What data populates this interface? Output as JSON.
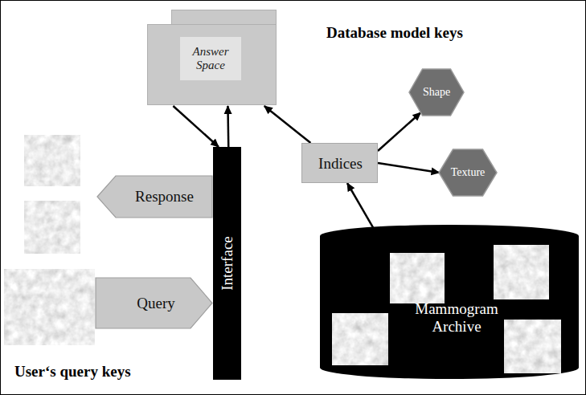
{
  "diagram": {
    "nodes": [
      {
        "text": [
          "Answer Space"
        ]
      },
      {
        "text": [
          "Indices"
        ]
      },
      {
        "text": [
          "Shape"
        ]
      },
      {
        "text": [
          "Texture"
        ]
      },
      {
        "text": [
          "Interface"
        ]
      },
      {
        "text": [
          "Response"
        ]
      },
      {
        "text": [
          "Query"
        ]
      },
      {
        "text": [
          "Mammogram Archive"
        ]
      }
    ],
    "edges": [
      {
        "from": 1,
        "to": 0,
        "arrow": "to"
      },
      {
        "from": 1,
        "to": 2,
        "arrow": "to"
      },
      {
        "from": 1,
        "to": 3,
        "arrow": "to"
      },
      {
        "from": 7,
        "to": 1,
        "arrow": "to"
      },
      {
        "from": 0,
        "to": 4,
        "arrow": "to"
      },
      {
        "from": 4,
        "to": 0,
        "arrow": "to"
      }
    ],
    "labels": [
      "Database model keys",
      "User‘s query keys"
    ]
  }
}
